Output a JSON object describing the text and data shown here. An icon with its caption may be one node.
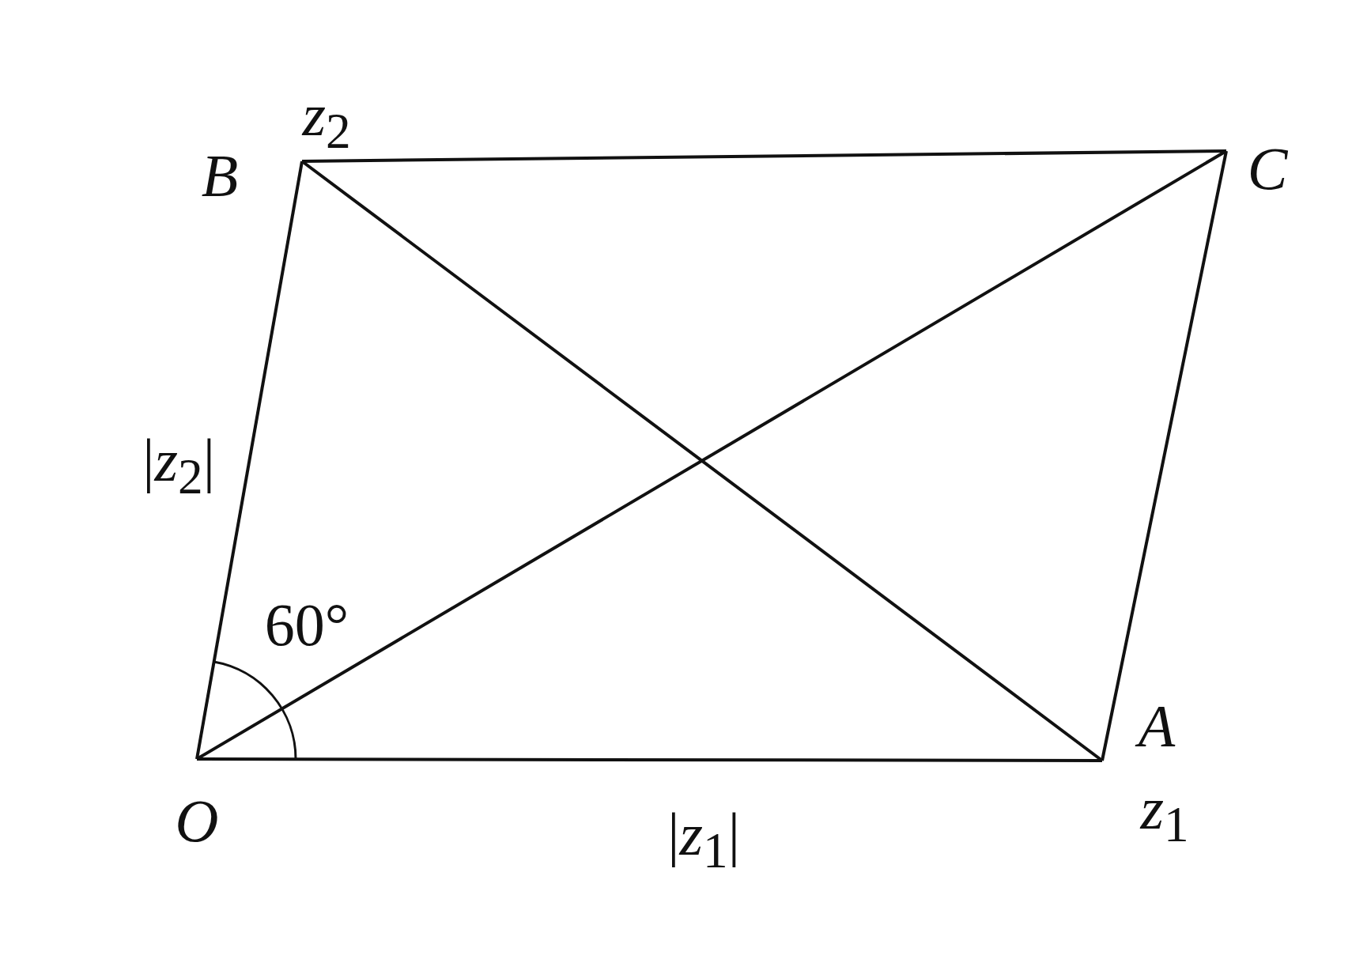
{
  "diagram": {
    "nodes": [
      {
        "text": [
          "B"
        ],
        "beside": [
          "*z*$_{2}$"
        ]
      },
      {
        "text": [
          "C"
        ]
      },
      {
        "text": [
          "O"
        ]
      },
      {
        "text": [
          "A"
        ],
        "beside": [
          "*z*$_{1}$"
        ]
      }
    ],
    "edges": [
      {
        "from": 2,
        "to": 3,
        "arrow": "none"
      },
      {
        "from": 3,
        "to": 1,
        "arrow": "none"
      },
      {
        "from": 0,
        "to": 1,
        "arrow": "none"
      },
      {
        "from": 2,
        "to": 0,
        "arrow": "none"
      },
      {
        "from": 2,
        "to": 1,
        "arrow": "none"
      },
      {
        "from": 0,
        "to": 3,
        "arrow": "none"
      }
    ],
    "labels": [
      "|*z*$_{2}$|",
      "60°",
      "|*z*$_{1}$|"
    ]
  }
}
